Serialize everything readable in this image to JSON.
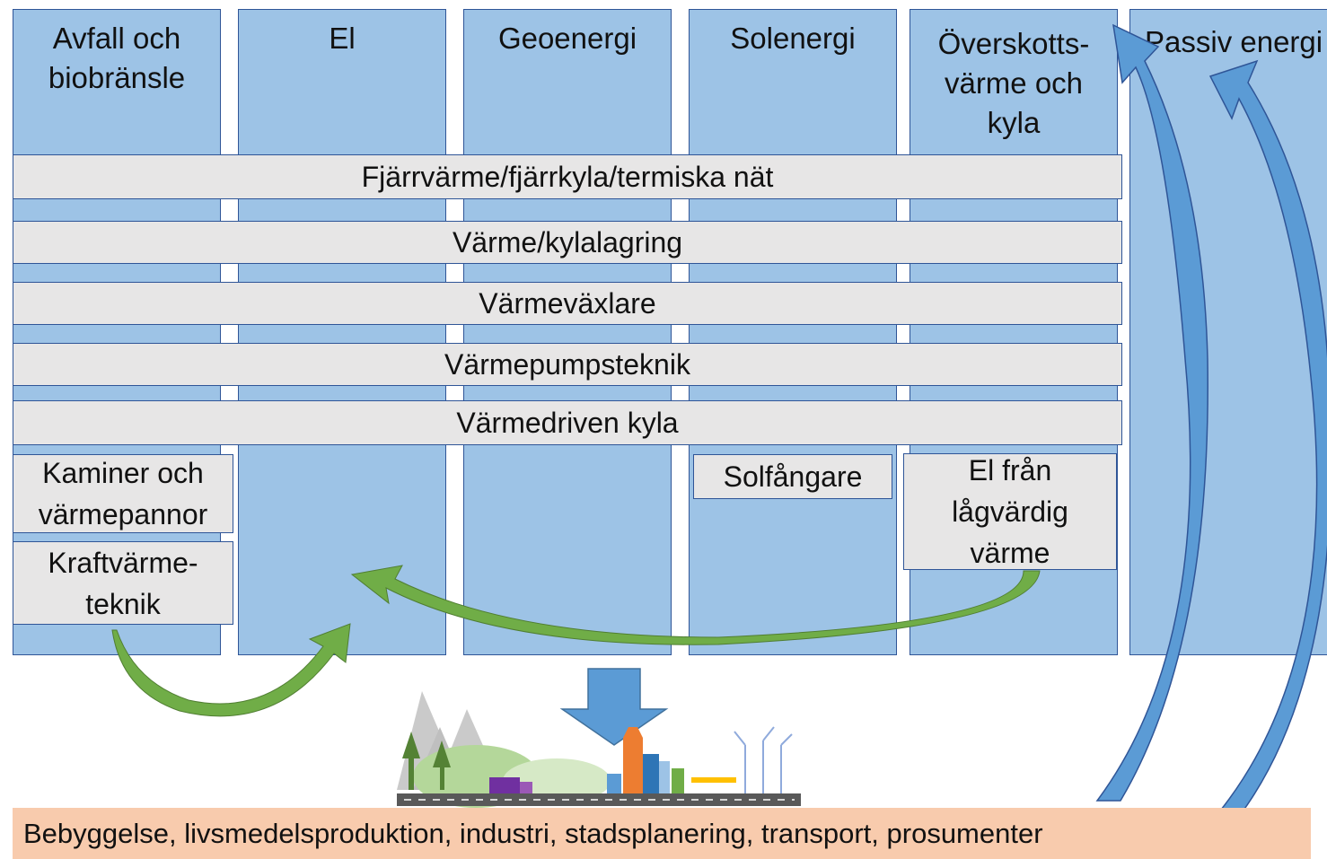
{
  "columns": [
    {
      "label": "Avfall och\nbiobränsle"
    },
    {
      "label": "El"
    },
    {
      "label": "Geoenergi"
    },
    {
      "label": "Solenergi"
    },
    {
      "label": "Överskotts-\nvärme och\nkyla"
    },
    {
      "label": "Passiv energi"
    }
  ],
  "bands": [
    "Fjärrvärme/fjärrkyla/termiska nät",
    "Värme/kylalagring",
    "Värmeväxlare",
    "Värmepumpsteknik",
    "Värmedriven kyla"
  ],
  "boxes": {
    "kaminer": "Kaminer och\nvärmepannor",
    "kraftvarme": "Kraftvärme-\nteknik",
    "solfangare": "Solfångare",
    "el_fran": "El från\nlågvärdig\nvärme"
  },
  "bottom_bar": "Bebyggelse, livsmedelsproduktion, industri, stadsplanering, transport, prosumenter",
  "colors": {
    "column_fill": "#9dc3e6",
    "border": "#2f5597",
    "band_fill": "#e7e6e6",
    "bottom_fill": "#f8cbad",
    "green_arrow": "#70ad47",
    "blue_arrow": "#5b9bd5"
  }
}
